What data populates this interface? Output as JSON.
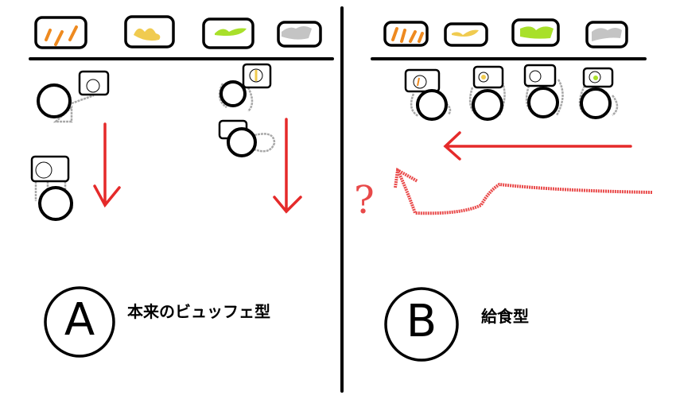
{
  "panel_a": {
    "letter": "A",
    "label": "本来のビュッフェ型"
  },
  "panel_b": {
    "letter": "B",
    "label": "給食型",
    "question_mark": "?"
  },
  "colors": {
    "arrow": "#e52a2a",
    "food_orange": "#ee8a20",
    "food_yellow": "#f0cb50",
    "food_green": "#a8e02a",
    "food_gray": "#c4c4c4",
    "body_gray": "#a8a8a8"
  }
}
